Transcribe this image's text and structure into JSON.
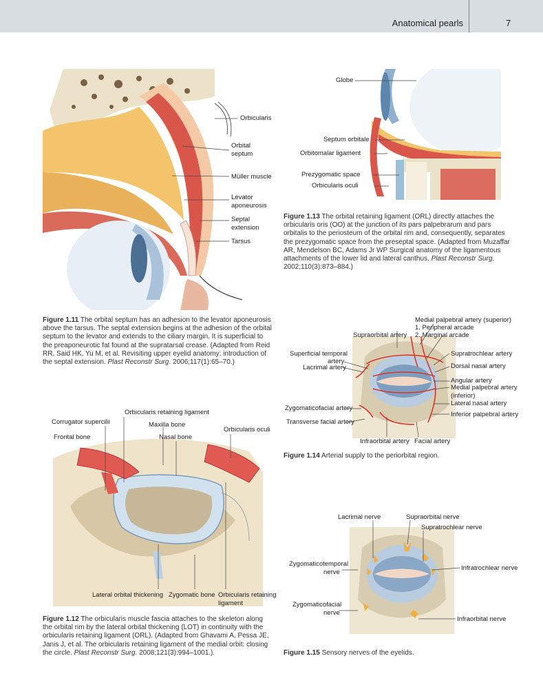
{
  "header": {
    "title": "Anatomical pearls",
    "page_number": "7"
  },
  "fig11": {
    "labels": {
      "orbicularis": "Orbicularis",
      "orbital_septum_1": "Orbital",
      "orbital_septum_2": "septum",
      "muller": "Müller muscle",
      "levator_1": "Levator",
      "levator_2": "aponeurosis",
      "septal_ext_1": "Septal",
      "septal_ext_2": "extension",
      "tarsus": "Tarsus"
    },
    "caption": {
      "number": "Figure 1.11",
      "text": " The orbital septum has an adhesion to the levator aponeurosis above the tarsus. The septal extension begins at the adhesion of the orbital septum to the levator and extends to the ciliary margin. It is superficial to the preaponeurotic fat found at the supratarsal crease. (Adapted from Reid RR, Said HK, Yu M, et al. Revisiting upper eyelid anatomy: introduction of the septal extension. ",
      "journal": "Plast Reconstr Surg",
      "ref": ". 2006;117(1):65–70.)"
    }
  },
  "fig12": {
    "labels": {
      "orl_top": "Orbicularis retaining ligament",
      "maxilla": "Maxilla bone",
      "corrugator": "Corrugator supercilii",
      "orbicularis_oculi": "Orbicularis oculi",
      "nasal": "Nasal bone",
      "frontal": "Frontal bone",
      "lot": "Lateral orbital thickening",
      "zygomatic": "Zygomatic bone",
      "orl_bottom_1": "Orbicularis retaining",
      "orl_bottom_2": "ligament"
    },
    "caption": {
      "number": "Figure 1.12",
      "text": " The orbicularis muscle fascia attaches to the skeleton along the orbital rim by the lateral orbital thickening (LOT) in continuity with the orbicularis retaining ligament (ORL). (Adapted from Ghavami A, Pessa JE, Janis J, et al. The orbicularis retaining ligament of the medial orbit: closing the circle. ",
      "journal": "Plast Reconstr Surg",
      "ref": ". 2008;121(3):994–1001.)."
    }
  },
  "fig13": {
    "labels": {
      "globe": "Globe",
      "septum": "Septum orbitale",
      "orbitomalar": "Orbitomalar ligament",
      "prezygomatic": "Prezygomatic space",
      "orbicularis": "Orbicularis oculi"
    },
    "caption": {
      "number": "Figure 1.13",
      "text": " The orbital retaining ligament (ORL) directly attaches the orbicularis oris (OO) at the junction of its pars palpebrarum and pars orbitalis to the periosteum of the orbital rim and, consequently, separates the prezygomatic space from the preseptal space. (Adapted from Muzaffar AR, Mendelson BC, Adams Jr WP Surgical anatomy of the ligamentous attachments of the lower lid and lateral canthus. ",
      "journal": "Plast Reconstr Surg",
      "ref": ". 2002;110(3):873–884.)"
    }
  },
  "fig14": {
    "labels": {
      "medial_palp_sup": "Medial palpebral artery (superior)",
      "peripheral": "1. Peripheral arcade",
      "marginal": "2. Marginal arcade",
      "supraorbital": "Supraorbital artery",
      "supratrochlear": "Supratrochlear artery",
      "superficial_temporal_1": "Superficial temporal",
      "superficial_temporal_2": "artery",
      "dorsal_nasal": "Dorsal nasal artery",
      "lacrimal": "Lacrimal artery",
      "angular": "Angular artery",
      "medial_palp_inf_1": "Medial palpebral artery",
      "medial_palp_inf_2": "(inferior)",
      "lateral_nasal": "Lateral nasal artery",
      "zygomaticofacial": "Zygomaticofacial artery",
      "inferior_palp": "Inferior palpebral artery",
      "transverse_facial": "Transverse facial artery",
      "infraorbital": "Infraorbital artery",
      "facial": "Facial artery"
    },
    "caption": {
      "number": "Figure 1.14",
      "text": " Arterial supply to the periorbital region."
    }
  },
  "fig15": {
    "labels": {
      "lacrimal": "Lacrimal nerve",
      "supraorbital": "Supraorbital nerve",
      "supratrochlear": "Supratrochlear nerve",
      "zygomaticotemporal_1": "Zygomaticotemporal",
      "zygomaticotemporal_2": "nerve",
      "infratrochlear": "Infratrochlear nerve",
      "zygomaticofacial_1": "Zygomaticofacial",
      "zygomaticofacial_2": "nerve",
      "infraorbital": "Infraorbital nerve"
    },
    "caption": {
      "number": "Figure 1.15",
      "text": " Sensory nerves of the eyelids."
    }
  },
  "colors": {
    "header_bg": "#d7dde0",
    "muscle_red": "#d9574a",
    "fat_yellow": "#f3c46b",
    "bone": "#ece2c9",
    "artery": "#d8392c",
    "nerve": "#f0b040",
    "globe_blue": "#a9c2da"
  }
}
